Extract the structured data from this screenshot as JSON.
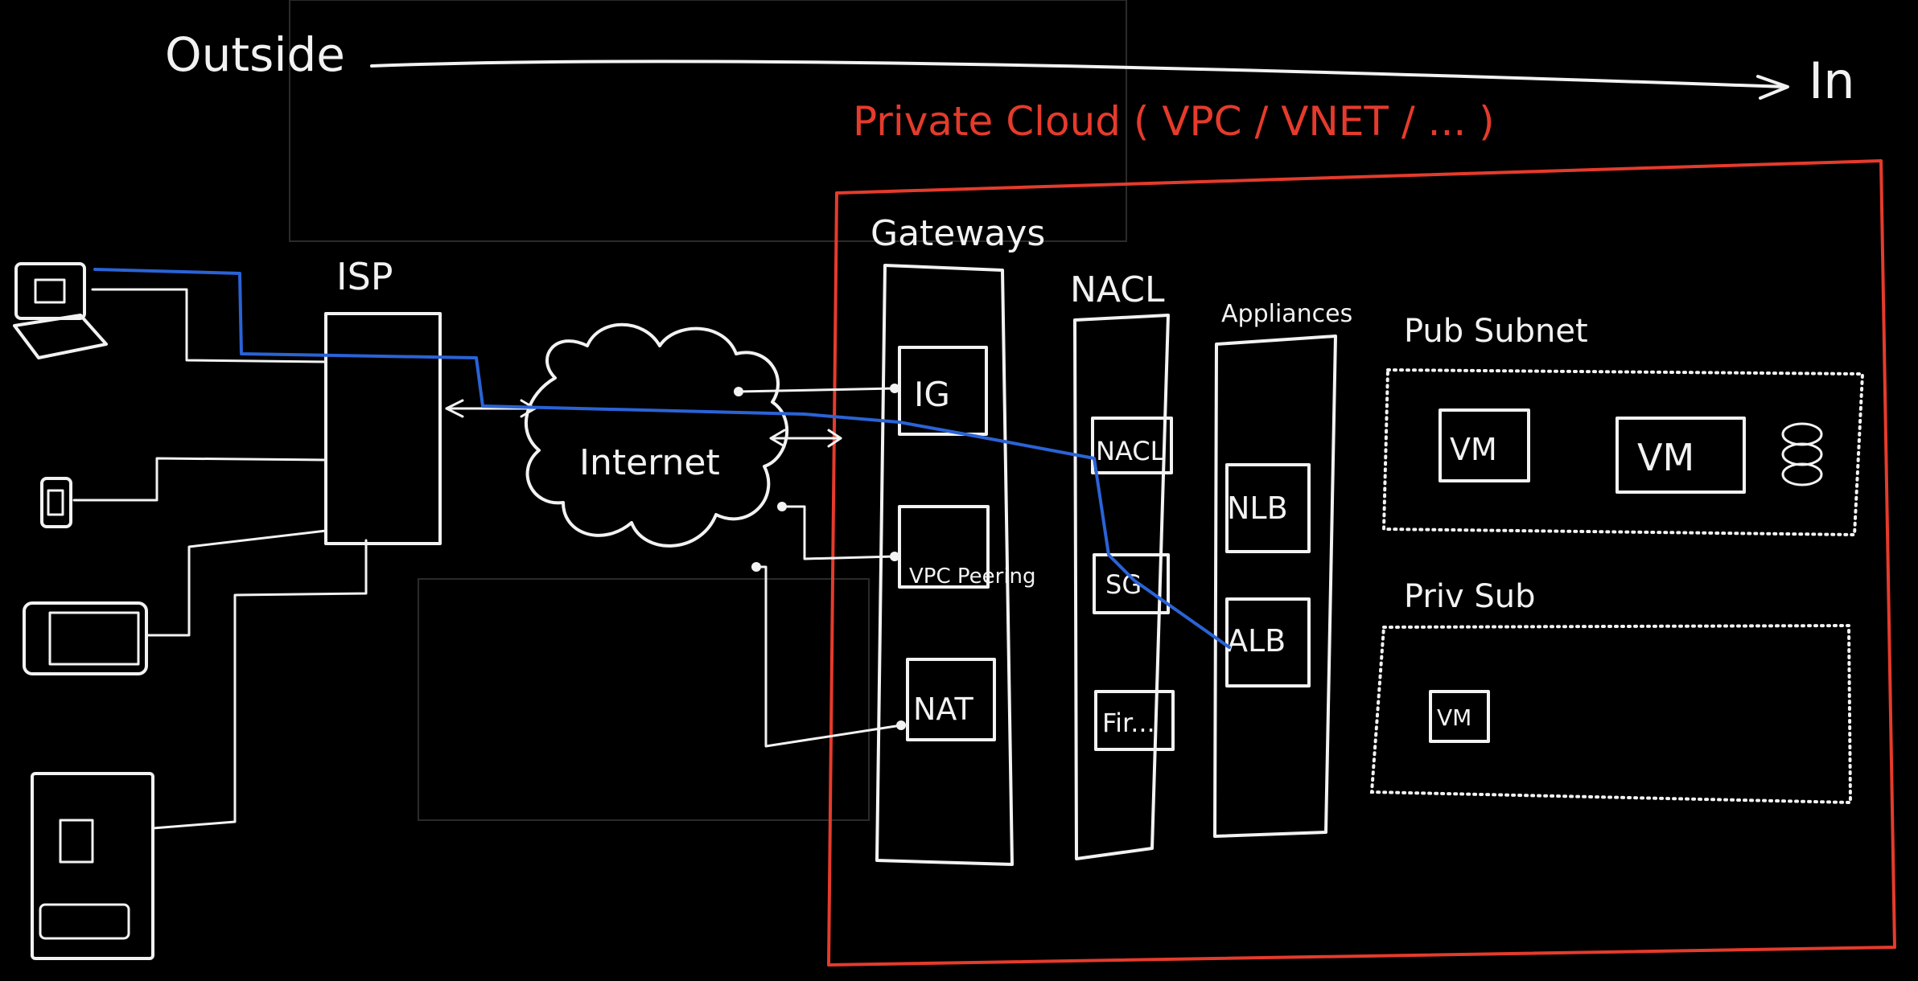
{
  "colors": {
    "background": "#000000",
    "chalk": "#f2f2f2",
    "vpc_boundary": "#e53b2c",
    "traffic_path": "#2a63d6"
  },
  "axis": {
    "left_label": "Outside",
    "right_label": "In"
  },
  "vpc": {
    "title": "Private Cloud ( VPC / VNET / ... )"
  },
  "external": {
    "isp_label": "ISP",
    "cloud_label": "Internet"
  },
  "columns": {
    "gateways": {
      "title": "Gateways",
      "items": [
        "IG",
        "VPC Peering",
        "NAT"
      ]
    },
    "nacl": {
      "title": "NACL",
      "items": [
        "NACL",
        "SG",
        "Fir..."
      ]
    },
    "appliances": {
      "title": "Appliances",
      "items": [
        "NLB",
        "ALB"
      ]
    }
  },
  "subnets": {
    "public": {
      "title": "Pub Subnet",
      "vms": [
        "VM",
        "VM"
      ]
    },
    "private": {
      "title": "Priv Sub",
      "vms": [
        "VM"
      ]
    }
  },
  "icons": [
    "laptop-icon",
    "phone-icon",
    "tablet-icon",
    "appliance-icon",
    "database-icon"
  ]
}
